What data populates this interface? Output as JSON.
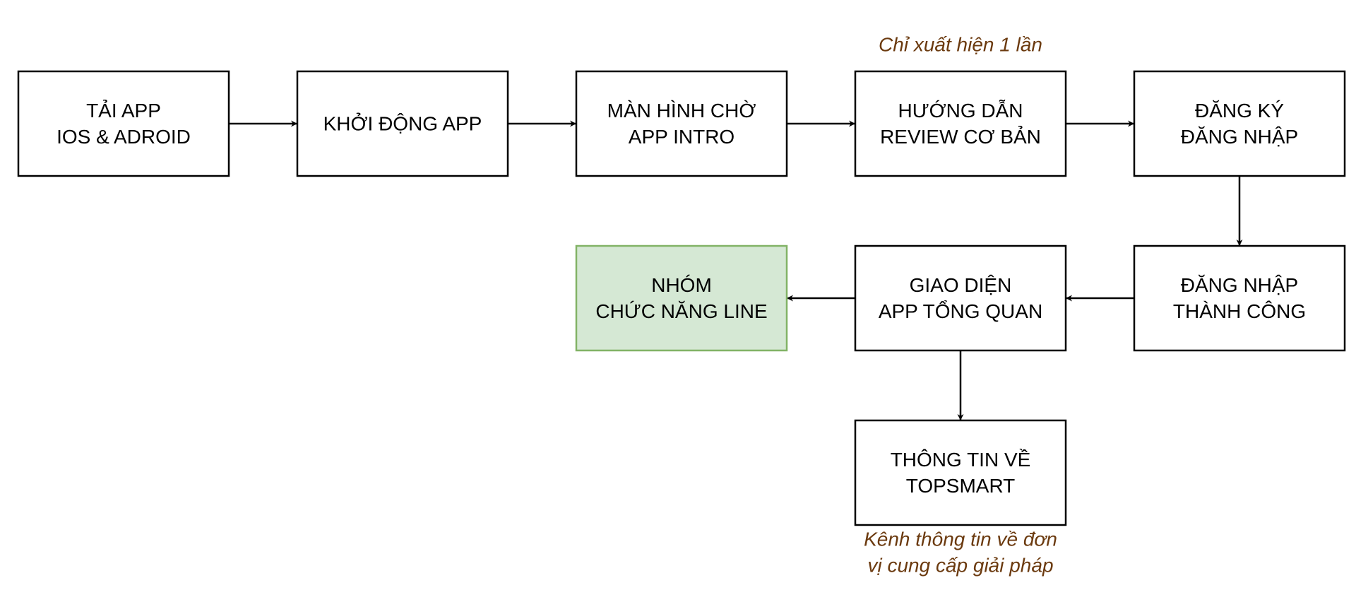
{
  "colors": {
    "box_stroke": "#000000",
    "box_fill": "#ffffff",
    "highlight_fill": "#d5e8d4",
    "highlight_stroke": "#82b366",
    "note": "#6b3a0f",
    "arrow": "#000000"
  },
  "nodes": [
    {
      "id": "tai-app",
      "lines": [
        "TẢI APP",
        "IOS & ADROID"
      ],
      "highlight": false
    },
    {
      "id": "khoi-dong-app",
      "lines": [
        "KHỞI ĐỘNG APP"
      ],
      "highlight": false
    },
    {
      "id": "man-hinh-cho",
      "lines": [
        "MÀN HÌNH CHỜ",
        "APP INTRO"
      ],
      "highlight": false
    },
    {
      "id": "huong-dan",
      "lines": [
        "HƯỚNG DẪN",
        "REVIEW CƠ BẢN"
      ],
      "highlight": false
    },
    {
      "id": "dang-ky",
      "lines": [
        "ĐĂNG KÝ",
        "ĐĂNG NHẬP"
      ],
      "highlight": false
    },
    {
      "id": "dang-nhap-thanh-cong",
      "lines": [
        "ĐĂNG NHẬP",
        "THÀNH CÔNG"
      ],
      "highlight": false
    },
    {
      "id": "giao-dien",
      "lines": [
        "GIAO DIỆN",
        "APP TỔNG QUAN"
      ],
      "highlight": false
    },
    {
      "id": "nhom-chuc-nang",
      "lines": [
        "NHÓM",
        "CHỨC NĂNG LINE"
      ],
      "highlight": true
    },
    {
      "id": "thong-tin",
      "lines": [
        "THÔNG TIN VỀ",
        "TOPSMART"
      ],
      "highlight": false
    }
  ],
  "edges": [
    {
      "from": "tai-app",
      "to": "khoi-dong-app"
    },
    {
      "from": "khoi-dong-app",
      "to": "man-hinh-cho"
    },
    {
      "from": "man-hinh-cho",
      "to": "huong-dan"
    },
    {
      "from": "huong-dan",
      "to": "dang-ky"
    },
    {
      "from": "dang-ky",
      "to": "dang-nhap-thanh-cong"
    },
    {
      "from": "dang-nhap-thanh-cong",
      "to": "giao-dien"
    },
    {
      "from": "giao-dien",
      "to": "nhom-chuc-nang"
    },
    {
      "from": "giao-dien",
      "to": "thong-tin"
    }
  ],
  "notes": [
    {
      "id": "note-once",
      "anchor": "huong-dan",
      "position": "above",
      "lines": [
        "Chỉ xuất hiện 1 lần"
      ]
    },
    {
      "id": "note-channel",
      "anchor": "thong-tin",
      "position": "below",
      "lines": [
        "Kênh thông tin về đơn",
        "vị cung cấp giải pháp"
      ]
    }
  ]
}
